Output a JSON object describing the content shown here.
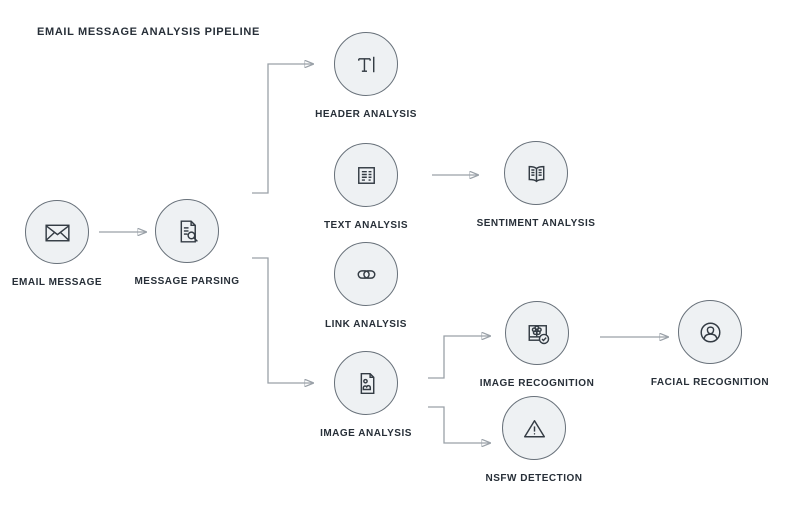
{
  "title": "EMAIL MESSAGE ANALYSIS PIPELINE",
  "nodes": [
    {
      "id": "email-message",
      "label": "EMAIL MESSAGE",
      "icon": "envelope-icon"
    },
    {
      "id": "message-parsing",
      "label": "MESSAGE PARSING",
      "icon": "document-search-icon"
    },
    {
      "id": "header-analysis",
      "label": "HEADER ANALYSIS",
      "icon": "text-cursor-icon"
    },
    {
      "id": "text-analysis",
      "label": "TEXT ANALYSIS",
      "icon": "text-lines-icon"
    },
    {
      "id": "link-analysis",
      "label": "LINK ANALYSIS",
      "icon": "chain-link-icon"
    },
    {
      "id": "image-analysis",
      "label": "IMAGE ANALYSIS",
      "icon": "image-file-icon"
    },
    {
      "id": "sentiment-analysis",
      "label": "SENTIMENT ANALYSIS",
      "icon": "open-book-icon"
    },
    {
      "id": "image-recognition",
      "label": "IMAGE RECOGNITION",
      "icon": "flower-check-icon"
    },
    {
      "id": "nsfw-detection",
      "label": "NSFW DETECTION",
      "icon": "warning-triangle-icon"
    },
    {
      "id": "facial-recognition",
      "label": "FACIAL RECOGNITION",
      "icon": "person-avatar-icon"
    }
  ],
  "edges": [
    {
      "from": "email-message",
      "to": "message-parsing"
    },
    {
      "from": "message-parsing",
      "to": "header-analysis"
    },
    {
      "from": "message-parsing",
      "to": "image-analysis"
    },
    {
      "from": "text-analysis",
      "to": "sentiment-analysis"
    },
    {
      "from": "image-analysis",
      "to": "image-recognition"
    },
    {
      "from": "image-analysis",
      "to": "nsfw-detection"
    },
    {
      "from": "image-recognition",
      "to": "facial-recognition"
    }
  ],
  "colors": {
    "background": "#ffffff",
    "node_fill": "#eef1f3",
    "node_border": "#68717a",
    "icon_stroke": "#343c44",
    "label_text": "#272f38",
    "connector_line": "#9aa1a8",
    "arrowhead": "#20262c"
  }
}
